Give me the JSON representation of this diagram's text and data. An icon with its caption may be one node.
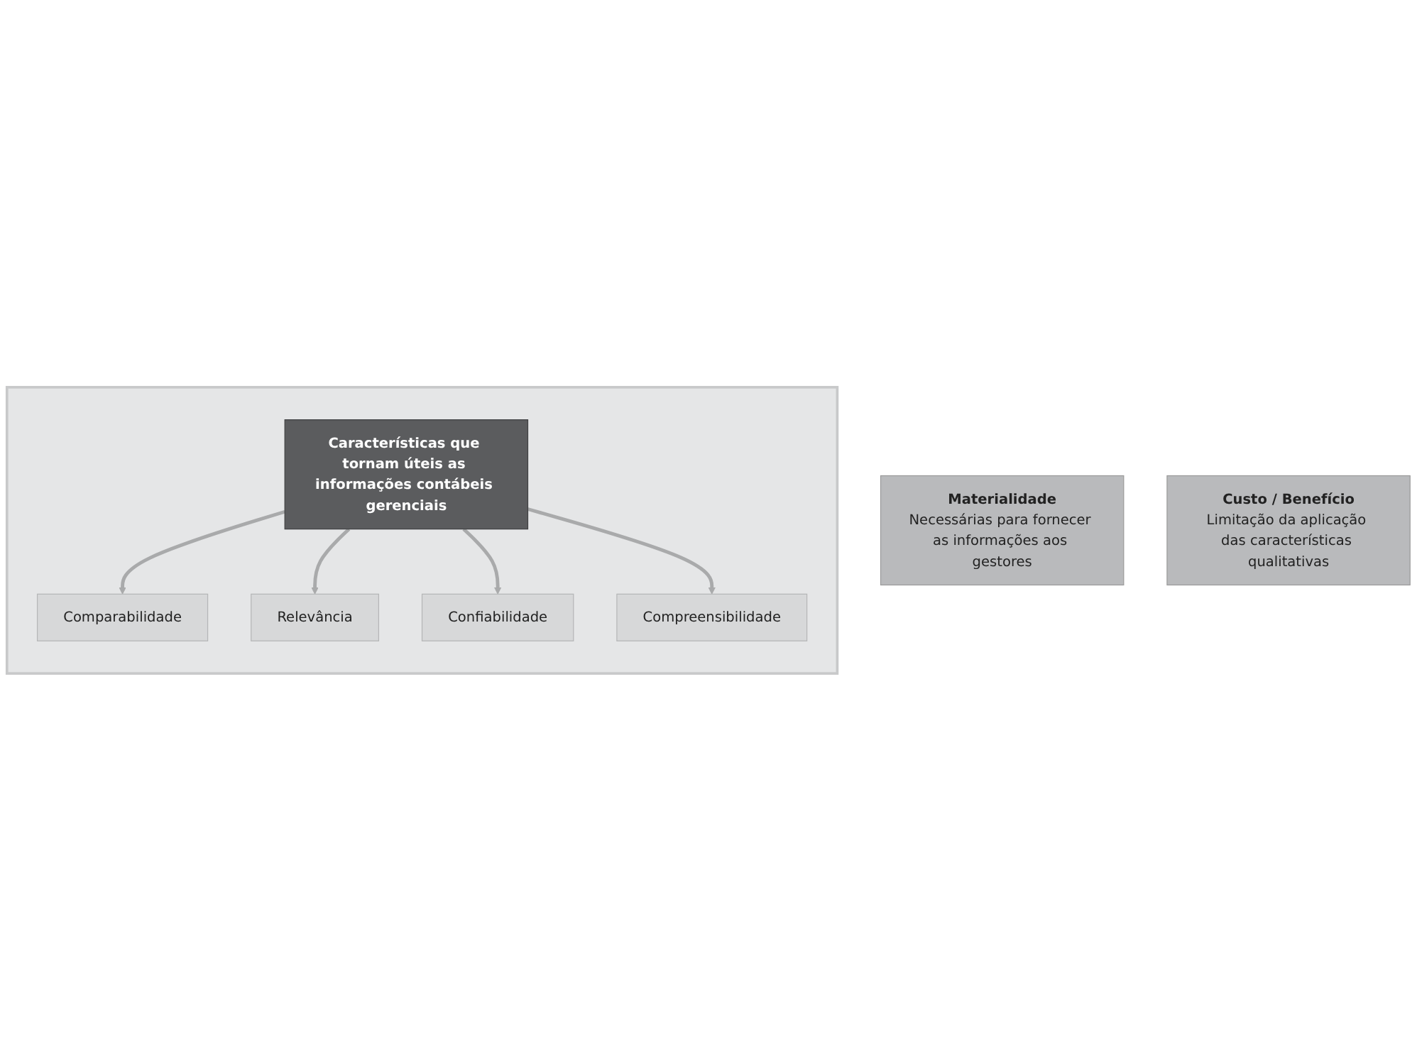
{
  "diagram": {
    "nodes": [
      {
        "text": [
          "Materialidade",
          "Necessárias para fornecer as informações aos gestores"
        ]
      },
      {
        "text": [
          "Custo / Benefício",
          "Limitação da aplicação das características qualitativas"
        ]
      },
      {
        "text": [],
        "shape": "box"
      },
      {
        "text": [
          "Comparabilidade"
        ],
        "in": 2
      },
      {
        "text": [
          "Relevância"
        ],
        "in": 2
      },
      {
        "text": [
          "Características que tornam úteis as informações contábeis gerenciais"
        ],
        "in": 2
      },
      {
        "text": [
          "Confiabilidade"
        ],
        "in": 2
      },
      {
        "text": [
          "Compreensibilidade"
        ],
        "in": 2
      }
    ],
    "edges": [
      {
        "from": 5,
        "to": 3,
        "arrow": "to"
      },
      {
        "from": 5,
        "to": 4,
        "arrow": "to"
      },
      {
        "from": 5,
        "to": 6,
        "arrow": "to"
      },
      {
        "from": 5,
        "to": 7,
        "arrow": "to"
      }
    ]
  }
}
